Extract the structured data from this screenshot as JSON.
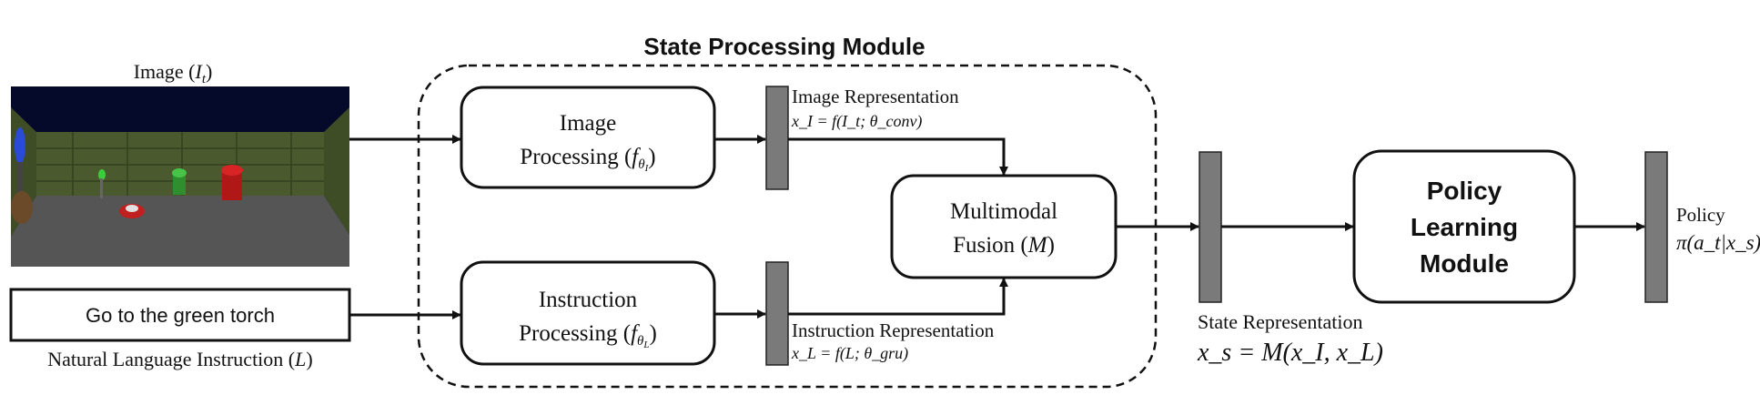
{
  "module_title": "State Processing Module",
  "image_input": {
    "label": "Image (",
    "symbol": "I",
    "sub": "t",
    "close": ")"
  },
  "instruction_input": {
    "text": "Go to the green torch",
    "label": "Natural Language Instruction (",
    "symbol": "L",
    "close": ")"
  },
  "image_processing": {
    "line1": "Image",
    "line2": "Processing (",
    "fn": "f",
    "sub": "θ",
    "subsub": "I",
    "close": ")"
  },
  "instruction_processing": {
    "line1": "Instruction",
    "line2": "Processing (",
    "fn": "f",
    "sub": "θ",
    "subsub": "L",
    "close": ")"
  },
  "image_representation": {
    "label": "Image Representation",
    "formula": "x_I = f(I_t; θ_conv)"
  },
  "instruction_representation": {
    "label": "Instruction Representation",
    "formula": "x_L = f(L; θ_gru)"
  },
  "fusion": {
    "line1": "Multimodal",
    "line2": "Fusion (",
    "symbol": "M",
    "close": ")"
  },
  "state_representation": {
    "label": "State Representation",
    "formula": "x_s = M(x_I, x_L)"
  },
  "policy_module": {
    "line1": "Policy",
    "line2": "Learning",
    "line3": "Module"
  },
  "policy_output": {
    "label": "Policy",
    "formula": "π(a_t|x_s)"
  },
  "colors": {
    "bar_fill": "#7a7a7a",
    "sky": "#050a2a",
    "wall": "#4b5a2e",
    "floor": "#555555"
  }
}
